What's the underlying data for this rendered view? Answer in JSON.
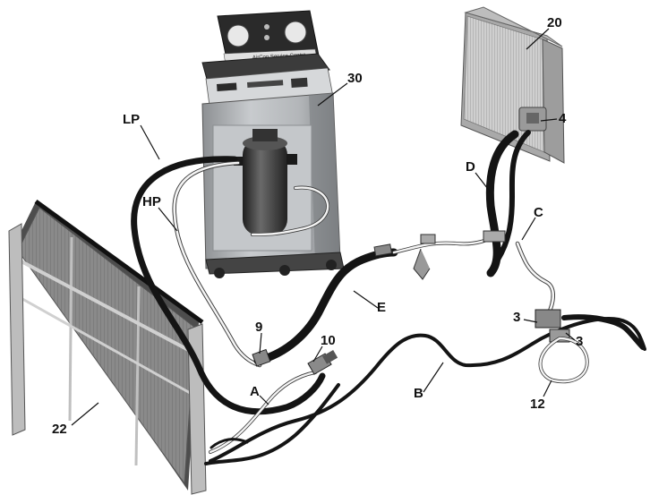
{
  "diagram": {
    "labels": {
      "lp": "LP",
      "hp": "HP",
      "n30": "30",
      "n20": "20",
      "n4": "4",
      "d": "D",
      "c": "C",
      "e": "E",
      "n9": "9",
      "n10": "10",
      "a": "A",
      "b": "B",
      "n3a": "3",
      "n3b": "3",
      "n12": "12",
      "n22": "22"
    },
    "machine_panel_text": "AirCon Service Centre",
    "colors": {
      "hose_dark": "#141414",
      "machine_body": "#b9bcbf",
      "condenser": "#8e8e8e",
      "evaporator": "#c9c9c9"
    }
  }
}
